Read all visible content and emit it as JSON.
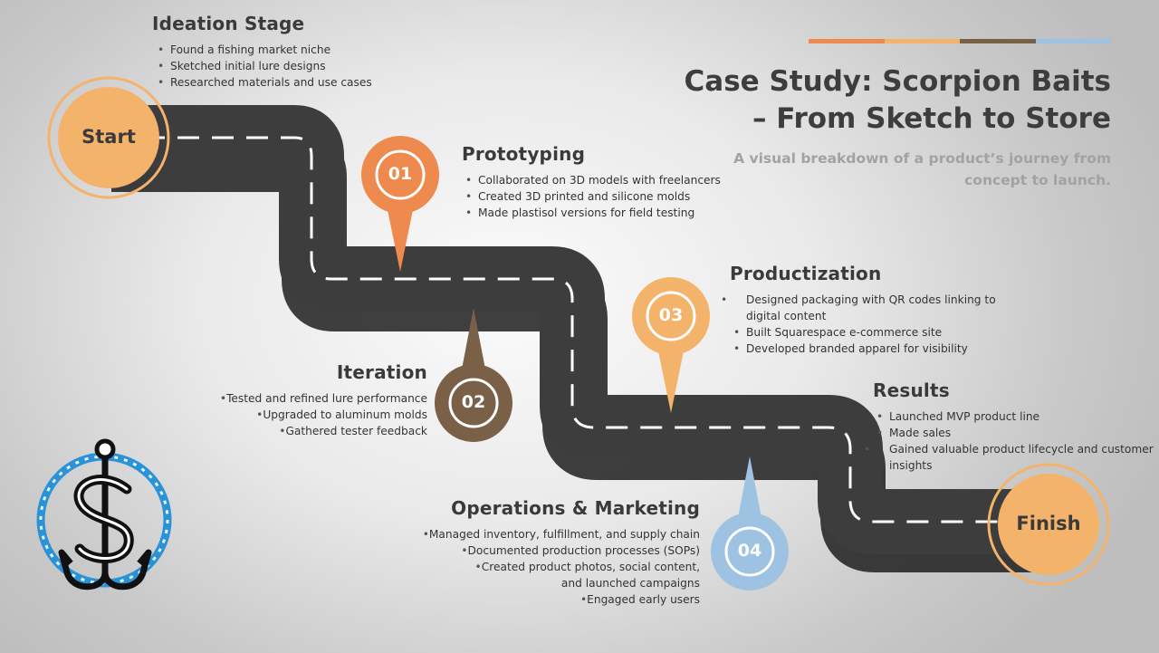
{
  "title": {
    "line1": "Case Study: Scorpion Baits",
    "line2": "– From Sketch to Store",
    "subtitle": "A visual breakdown of a product’s journey from concept to launch."
  },
  "colors": {
    "orange": "#ee8a4d",
    "peach": "#f4b36b",
    "brown": "#7b6048",
    "blue": "#9ec3e2",
    "road": "#3d3d3d",
    "logo_blue": "#2a93d8"
  },
  "endpoints": {
    "start": "Start",
    "finish": "Finish"
  },
  "pins": [
    {
      "number": "01",
      "color": "orange"
    },
    {
      "number": "02",
      "color": "brown"
    },
    {
      "number": "03",
      "color": "peach"
    },
    {
      "number": "04",
      "color": "blue"
    }
  ],
  "stages": {
    "ideation": {
      "title": "Ideation Stage",
      "items": [
        "Found a fishing market niche",
        "Sketched initial lure designs",
        "Researched materials and use cases"
      ]
    },
    "prototyping": {
      "title": "Prototyping",
      "items": [
        "Collaborated on 3D models with freelancers",
        "Created 3D printed and silicone molds",
        "Made plastisol versions for field testing"
      ]
    },
    "iteration": {
      "title": "Iteration",
      "items": [
        "Tested and refined lure performance",
        "Upgraded to aluminum molds",
        "Gathered tester feedback"
      ]
    },
    "productization": {
      "title": "Productization",
      "items": [
        "Designed packaging with QR codes linking to digital content",
        "Built Squarespace e-commerce site",
        "Developed branded apparel for visibility"
      ]
    },
    "results": {
      "title": "Results",
      "items": [
        "Launched MVP product line",
        "Made sales",
        "Gained valuable product lifecycle and customer insights"
      ]
    },
    "operations": {
      "title": "Operations & Marketing",
      "items": [
        "Managed inventory, fulfillment, and supply chain",
        "Documented production processes (SOPs)",
        "Created product photos, social content, and launched campaigns",
        "Engaged early users"
      ]
    }
  },
  "logo": {
    "icon": "scorpion-anchor-icon"
  }
}
